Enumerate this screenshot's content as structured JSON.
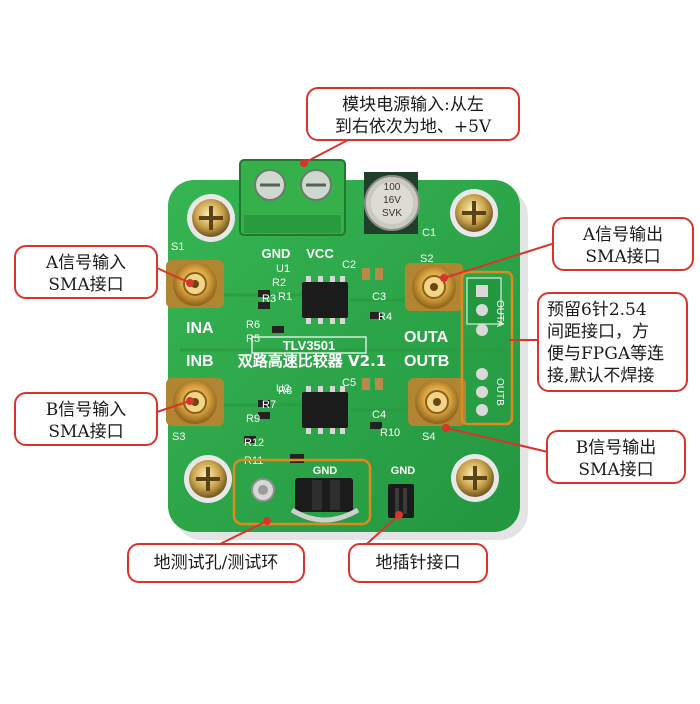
{
  "callouts": {
    "power": "模块电源输入:从左\n到右依次为地、+5V",
    "a_in": "A信号输入\nSMA接口",
    "a_out": "A信号输出\nSMA接口",
    "header": "预留6针2.54\n间距接口，方\n便与FPGA等连\n接,默认不焊接",
    "b_in": "B信号输入\nSMA接口",
    "b_out": "B信号输出\nSMA接口",
    "test_ring": "地测试孔/测试环",
    "gnd_pin": "地插针接口"
  },
  "board": {
    "title": "双路高速比较器 V2.1",
    "chip": "TLV3501",
    "ina": "INA",
    "inb": "INB",
    "outa": "OUTA",
    "outb": "OUTB",
    "gnd": "GND",
    "vcc": "VCC",
    "gnd_bottom_left": "GND",
    "gnd_bottom_right": "GND",
    "hdr_a": "OUTA",
    "hdr_b": "OUTB",
    "cap_top": "100",
    "cap_mid": "16V",
    "cap_bot": "SVK",
    "refs": [
      "S1",
      "S2",
      "S3",
      "S4",
      "U1",
      "U2",
      "C1",
      "C2",
      "C3",
      "C4",
      "C5",
      "R1",
      "R2",
      "R3",
      "R4",
      "R5",
      "R6",
      "R7",
      "R8",
      "R9",
      "R10",
      "R11",
      "R12"
    ]
  },
  "colors": {
    "pcb": "#2fa84a",
    "callout_border": "#d9342b",
    "highlight_box": "#e08a1e",
    "sma_gold": "#d9a441",
    "terminal_green": "#35b04a"
  }
}
